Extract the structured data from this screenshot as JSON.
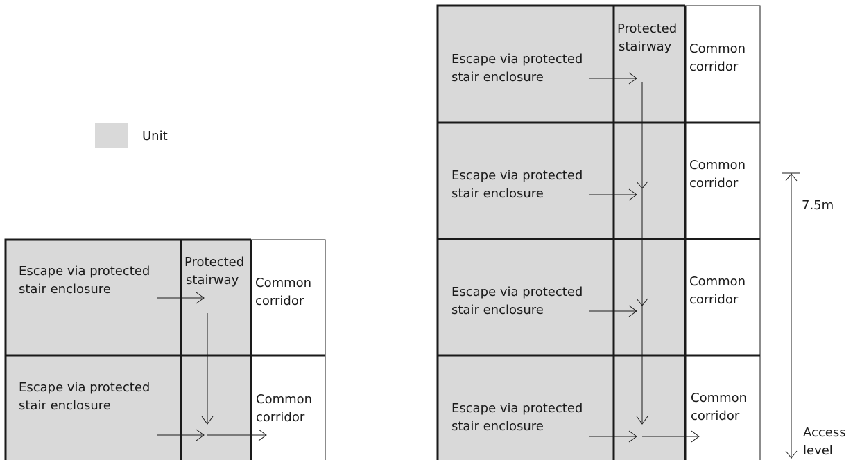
{
  "legend": {
    "label": "Unit",
    "swatch_color": "#d9d9d9"
  },
  "left_diagram": {
    "stairway_label": [
      "Protected",
      "stairway"
    ],
    "floors": [
      {
        "escape_label": [
          "Escape via protected",
          "stair enclosure"
        ],
        "corridor_label": [
          "Common",
          "corridor"
        ]
      },
      {
        "escape_label": [
          "Escape via protected",
          "stair enclosure"
        ],
        "corridor_label": [
          "Common",
          "corridor"
        ]
      }
    ]
  },
  "right_diagram": {
    "stairway_label": [
      "Protected",
      "stairway"
    ],
    "floors": [
      {
        "escape_label": [
          "Escape via protected",
          "stair enclosure"
        ],
        "corridor_label": [
          "Common",
          "corridor"
        ]
      },
      {
        "escape_label": [
          "Escape via protected",
          "stair enclosure"
        ],
        "corridor_label": [
          "Common",
          "corridor"
        ]
      },
      {
        "escape_label": [
          "Escape via protected",
          "stair enclosure"
        ],
        "corridor_label": [
          "Common",
          "corridor"
        ]
      },
      {
        "escape_label": [
          "Escape via protected",
          "stair enclosure"
        ],
        "corridor_label": [
          "Common",
          "corridor"
        ]
      }
    ],
    "dimension": {
      "height_label": "7.5m",
      "base_label": [
        "Access",
        "level"
      ]
    }
  }
}
